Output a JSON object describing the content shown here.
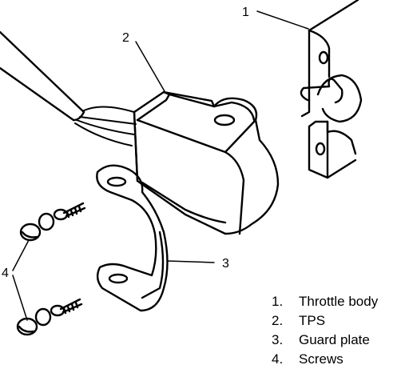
{
  "callouts": {
    "c1": "1",
    "c2": "2",
    "c3": "3",
    "c4": "4"
  },
  "legend": [
    {
      "number": "1.",
      "label": "Throttle body"
    },
    {
      "number": "2.",
      "label": "TPS"
    },
    {
      "number": "3.",
      "label": "Guard plate"
    },
    {
      "number": "4.",
      "label": "Screws"
    }
  ]
}
